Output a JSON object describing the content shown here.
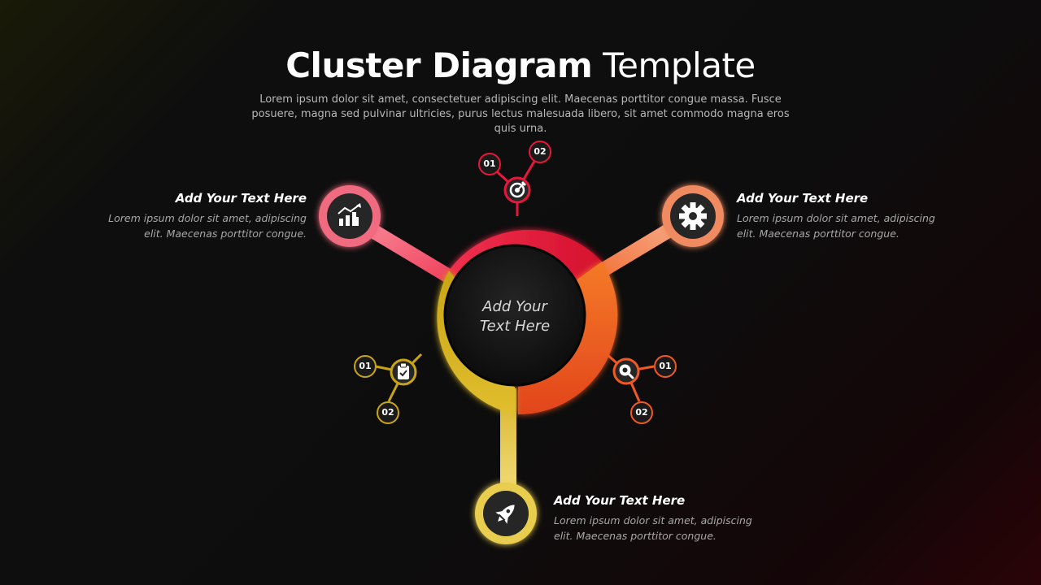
{
  "title": {
    "bold": "Cluster Diagram",
    "light": "Template"
  },
  "subtitle": "Lorem ipsum dolor sit amet, consectetuer adipiscing elit. Maecenas porttitor congue massa. Fusce posuere, magna sed pulvinar ultricies, purus lectus malesuada libero, sit amet commodo magna eros quis urna.",
  "center": {
    "line1": "Add Your",
    "line2": "Text Here"
  },
  "blocks": {
    "left": {
      "heading": "Add Your Text Here",
      "body_l1": "Lorem ipsum dolor sit amet, adipiscing",
      "body_l2": "elit. Maecenas porttitor congue.",
      "icon": "chart-growth-icon"
    },
    "right": {
      "heading": "Add Your Text Here",
      "body_l1": "Lorem ipsum dolor sit amet, adipiscing",
      "body_l2": "elit. Maecenas porttitor congue.",
      "icon": "gear-icon"
    },
    "bottom": {
      "heading": "Add Your Text Here",
      "body_l1": "Lorem ipsum dolor sit amet, adipiscing",
      "body_l2": "elit. Maecenas porttitor congue.",
      "icon": "rocket-icon"
    }
  },
  "small_nodes": {
    "top": {
      "icon": "target-icon",
      "n1": "01",
      "n2": "02"
    },
    "left": {
      "icon": "clipboard-icon",
      "n1": "01",
      "n2": "02"
    },
    "right": {
      "icon": "search-icon",
      "n1": "01",
      "n2": "02"
    }
  },
  "colors": {
    "red": "#e8173a",
    "pink": "#f0617b",
    "orange": "#f05a22",
    "peach": "#f4946a",
    "gold": "#c9a516",
    "yellow": "#e9cf55"
  }
}
